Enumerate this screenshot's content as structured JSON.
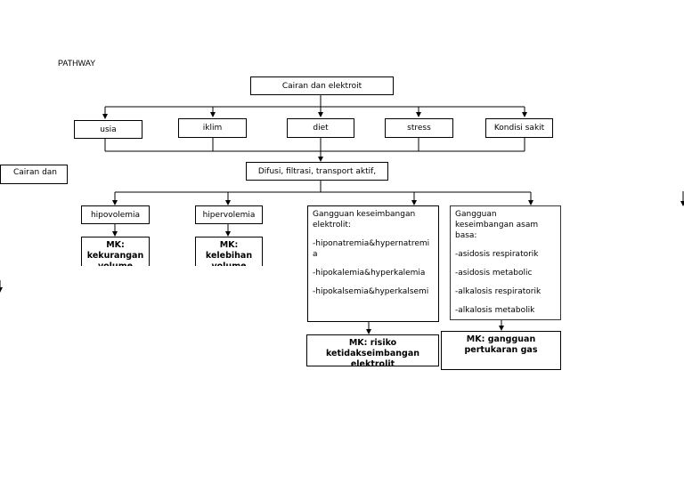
{
  "header": "PATHWAY",
  "root": "Cairan dan elektroit",
  "factors": [
    "usia",
    "iklim",
    "diet",
    "stress",
    "Kondisi sakit"
  ],
  "process": "Difusi, filtrasi, transport aktif,",
  "side_left": "Cairan dan",
  "disorders": {
    "hipovolemia": "hipovolemia",
    "hipervolemia": "hipervolemia",
    "elektrolit": {
      "title": "Gangguan keseimbangan elektrolit:",
      "items": [
        "-hiponatremia&hypernatremia",
        "-hipokalemia&hyperkalemia",
        "-hipokalsemia&hyperkalsemi"
      ]
    },
    "asam_basa": {
      "title": "Gangguan keseimbangan asam basa:",
      "items": [
        "-asidosis respiratorik",
        "-asidosis metabolic",
        "-alkalosis respiratorik",
        "-alkalosis metabolik"
      ]
    }
  },
  "diagnoses": {
    "hipovolemia": "MK: kekurangan volume",
    "hipervolemia": "MK: kelebihan volume",
    "elektrolit": "MK: risiko ketidakseimbangan elektrolit",
    "asam_basa": "MK: gangguan pertukaran gas"
  }
}
